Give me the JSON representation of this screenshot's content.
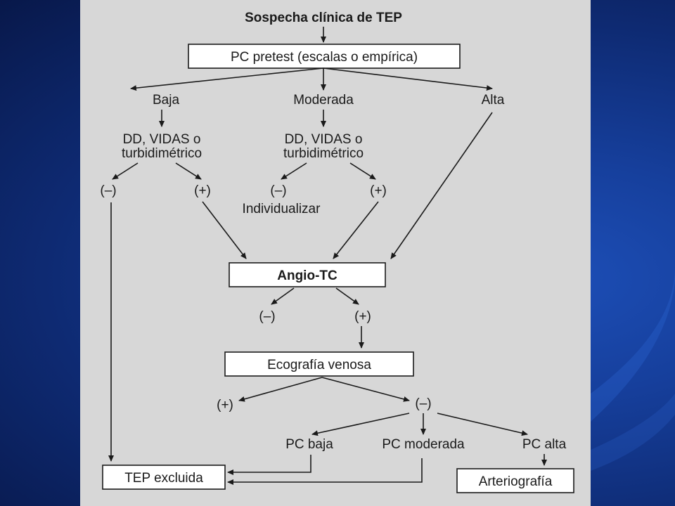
{
  "diagram": {
    "title": "Sospecha clínica de TEP",
    "pretest": "PC pretest (escalas o empírica)",
    "prob_low": "Baja",
    "prob_mid": "Moderada",
    "prob_high": "Alta",
    "dd_low_line1": "DD, VIDAS o",
    "dd_low_line2": "turbidimétrico",
    "dd_mid_line1": "DD, VIDAS o",
    "dd_mid_line2": "turbidimétrico",
    "low_neg": "(–)",
    "low_pos": "(+)",
    "mid_neg": "(–)",
    "mid_pos": "(+)",
    "individualize": "Individualizar",
    "angio": "Angio-TC",
    "angio_neg": "(–)",
    "angio_pos": "(+)",
    "echo": "Ecografía venosa",
    "echo_pos": "(+)",
    "echo_neg": "(–)",
    "pc_low": "PC baja",
    "pc_mid": "PC moderada",
    "pc_high": "PC alta",
    "excluded": "TEP excluida",
    "arteriography": "Arteriografía"
  }
}
